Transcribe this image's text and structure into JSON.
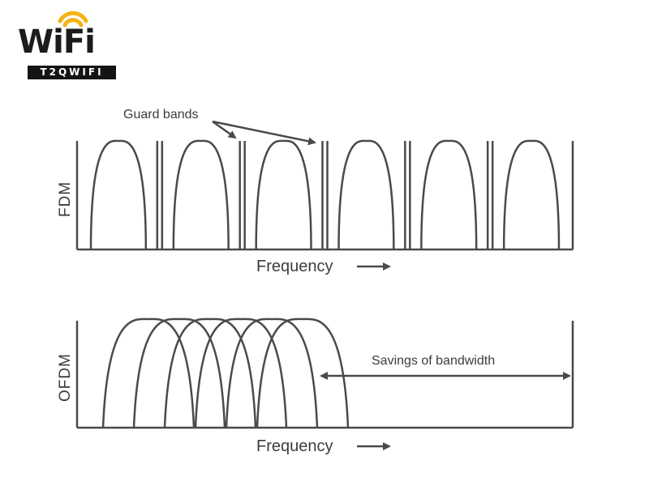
{
  "logo": {
    "wordmark": "WiFi",
    "banner": "T2QWIFI",
    "accent_color": "#f3b415",
    "text_color": "#1c1c1c"
  },
  "diagram": {
    "guard_bands_label": "Guard bands",
    "fdm_axis_label": "FDM",
    "ofdm_axis_label": "OFDM",
    "fdm_frequency_label": "Frequency",
    "ofdm_frequency_label": "Frequency",
    "savings_label": "Savings of bandwidth",
    "line_color": "#4a4a4a",
    "fdm_subcarrier_count": 6,
    "ofdm_subcarrier_count": 6
  }
}
